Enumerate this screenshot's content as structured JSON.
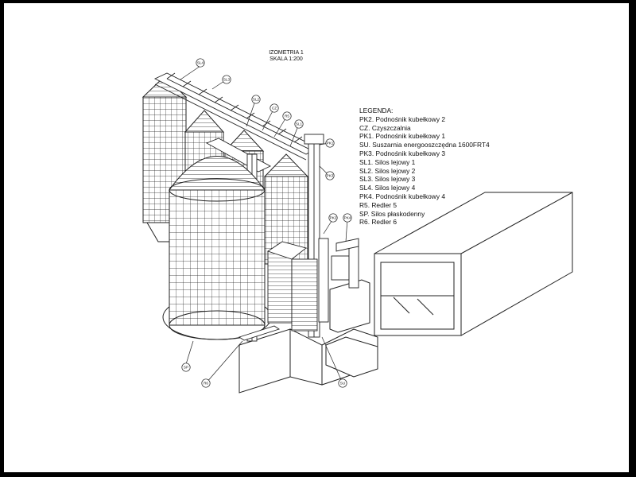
{
  "title": {
    "line1": "IZOMETRIA 1",
    "line2": "SKALA 1:200"
  },
  "legend": {
    "heading": "LEGENDA:",
    "items": [
      "PK2. Podnośnik kubełkowy 2",
      "CZ. Czyszczalnia",
      "PK1. Podnośnik kubełkowy 1",
      "SU. Suszarnia energooszczędna 1600FRT4",
      "PK3. Podnośnik kubełkowy 3",
      "SL1. Silos lejowy 1",
      "SL2. Silos lejowy 2",
      "SL3. Silos lejowy 3",
      "SL4. Silos lejowy 4",
      "PK4. Podnośnik kubełkowy 4",
      "R5. Redler 5",
      "SP. Silos płaskodenny",
      "R6. Redler 6"
    ]
  },
  "callouts": [
    "SL4",
    "SL3",
    "SL2",
    "CZ",
    "R5",
    "SL1",
    "PK1",
    "PK3",
    "PK2",
    "PK4",
    "SU",
    "R6",
    "SP"
  ]
}
